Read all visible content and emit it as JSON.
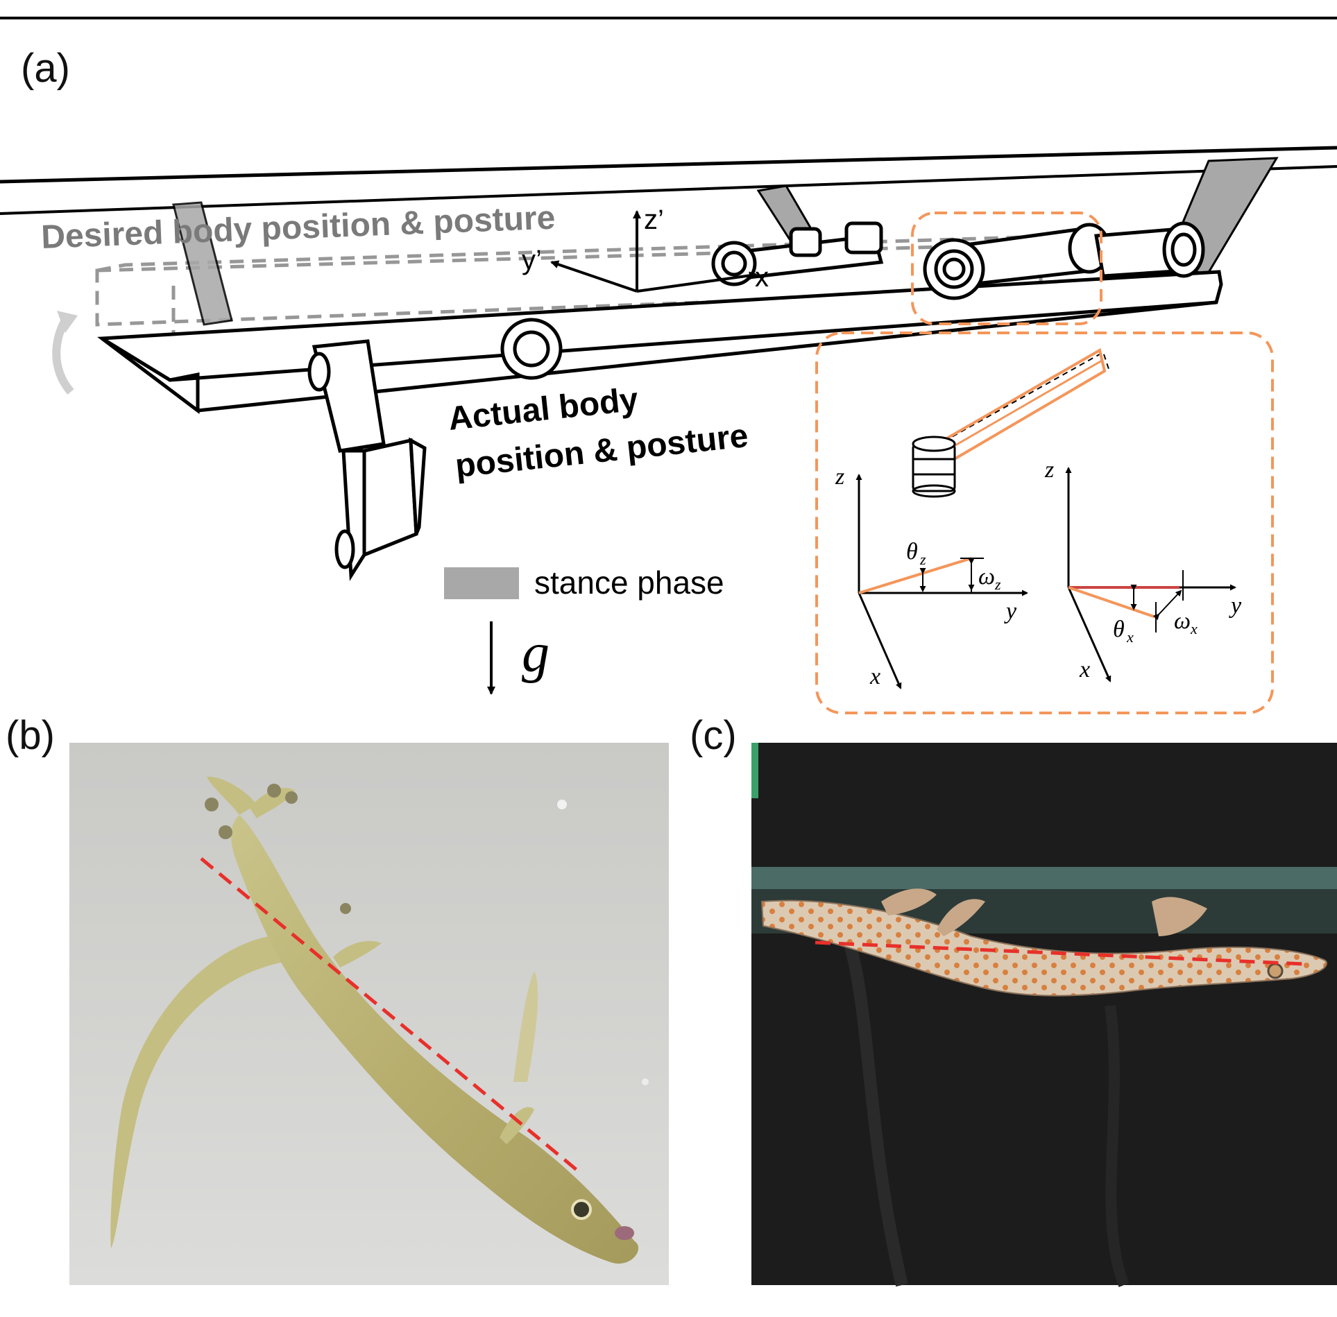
{
  "panels": {
    "a": {
      "label": "(a)"
    },
    "b": {
      "label": "(b)"
    },
    "c": {
      "label": "(c)"
    }
  },
  "diagram": {
    "desired_label": "Desired body position & posture",
    "actual_label_line1": "Actual body",
    "actual_label_line2": "position & posture",
    "legend_label": "stance phase",
    "gravity_symbol": "g",
    "frame_axes": {
      "z": "z’",
      "y": "y’",
      "x": "x"
    }
  },
  "inset": {
    "left_plot": {
      "z": "z",
      "y": "y",
      "x": "x",
      "theta": "θ",
      "theta_sub": "z",
      "omega": "ω",
      "omega_sub": "z"
    },
    "right_plot": {
      "z": "z",
      "y": "y",
      "x": "x",
      "theta": "θ",
      "theta_sub": "x",
      "omega": "ω",
      "omega_sub": "x"
    }
  },
  "colors": {
    "orange": "#f4965a",
    "stance_gray": "#a8a8a8",
    "dashed_gray": "#8c8c8c",
    "red_dash": "#e8302a"
  }
}
